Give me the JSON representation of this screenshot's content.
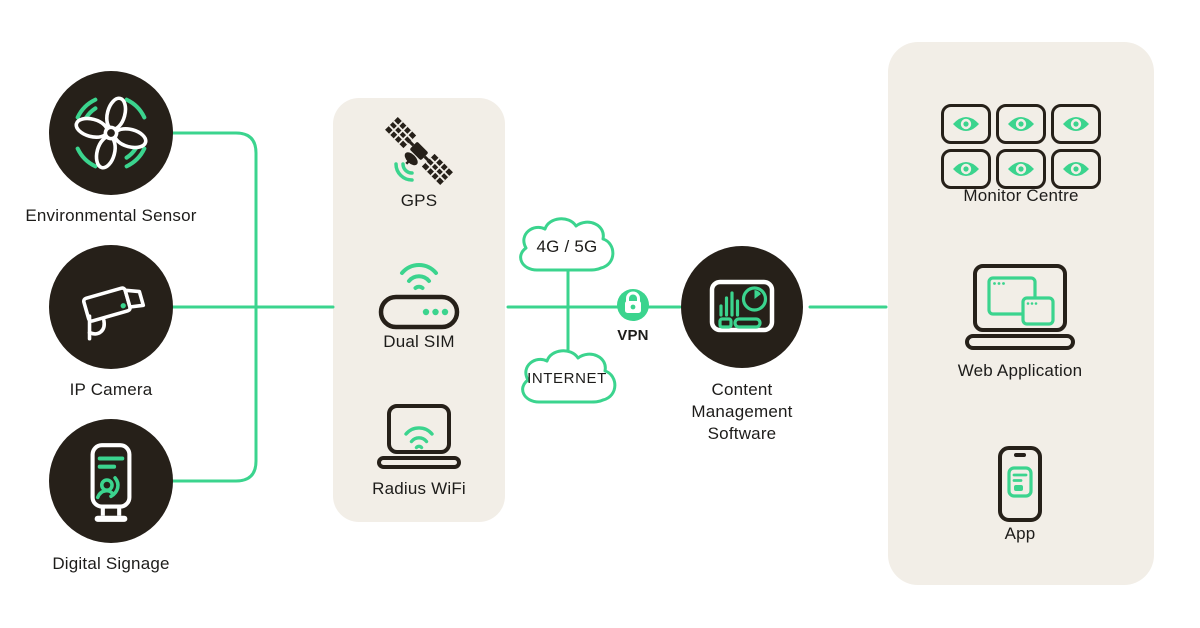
{
  "title": "Digital signage network architecture diagram",
  "colors": {
    "accent_green": "#3bd48e",
    "dark": "#262019",
    "panel_beige": "#f2eee7",
    "background": "#ffffff",
    "text": "#1d1c1a"
  },
  "nodes": {
    "environmental_sensor": {
      "label": "Environmental Sensor",
      "icon": "fan-icon"
    },
    "ip_camera": {
      "label": "IP Camera",
      "icon": "cctv-camera-icon"
    },
    "digital_signage": {
      "label": "Digital Signage",
      "icon": "signage-kiosk-icon"
    },
    "gps": {
      "label": "GPS",
      "icon": "satellite-icon"
    },
    "dual_sim": {
      "label": "Dual SIM",
      "icon": "router-wifi-icon"
    },
    "radius_wifi": {
      "label": "Radius WiFi",
      "icon": "laptop-wifi-icon"
    },
    "cloud_4g5g": {
      "label": "4G / 5G",
      "icon": "cloud-icon"
    },
    "internet": {
      "label": "INTERNET",
      "icon": "cloud-icon"
    },
    "vpn": {
      "label": "VPN",
      "icon": "lock-badge-icon"
    },
    "cms": {
      "label_line1": "Content",
      "label_line2": "Management",
      "label_line3": "Software",
      "icon": "dashboard-icon"
    },
    "monitor_centre": {
      "label": "Monitor Centre",
      "icon": "eye-icon",
      "monitor_count": 6
    },
    "web_application": {
      "label": "Web Application",
      "icon": "laptop-windows-icon"
    },
    "app": {
      "label": "App",
      "icon": "smartphone-icon"
    }
  }
}
